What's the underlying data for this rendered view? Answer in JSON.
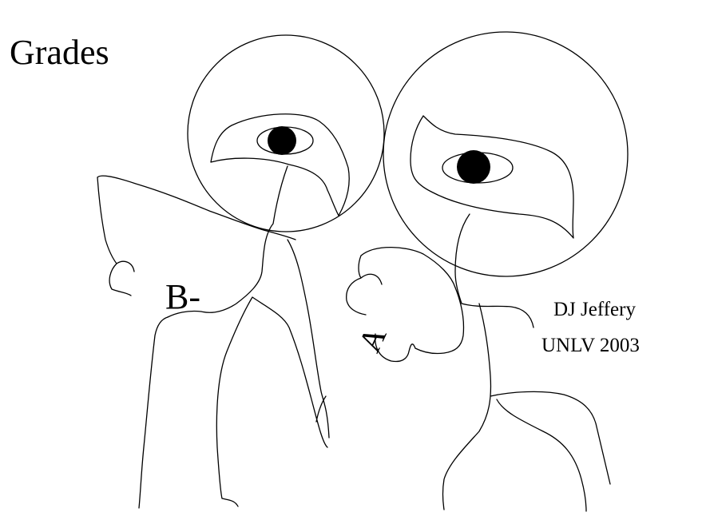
{
  "title": "Grades",
  "grades": {
    "left": "B-",
    "right": "A"
  },
  "credit": {
    "author": "DJ Jeffery",
    "affiliation": "UNLV 2003"
  }
}
